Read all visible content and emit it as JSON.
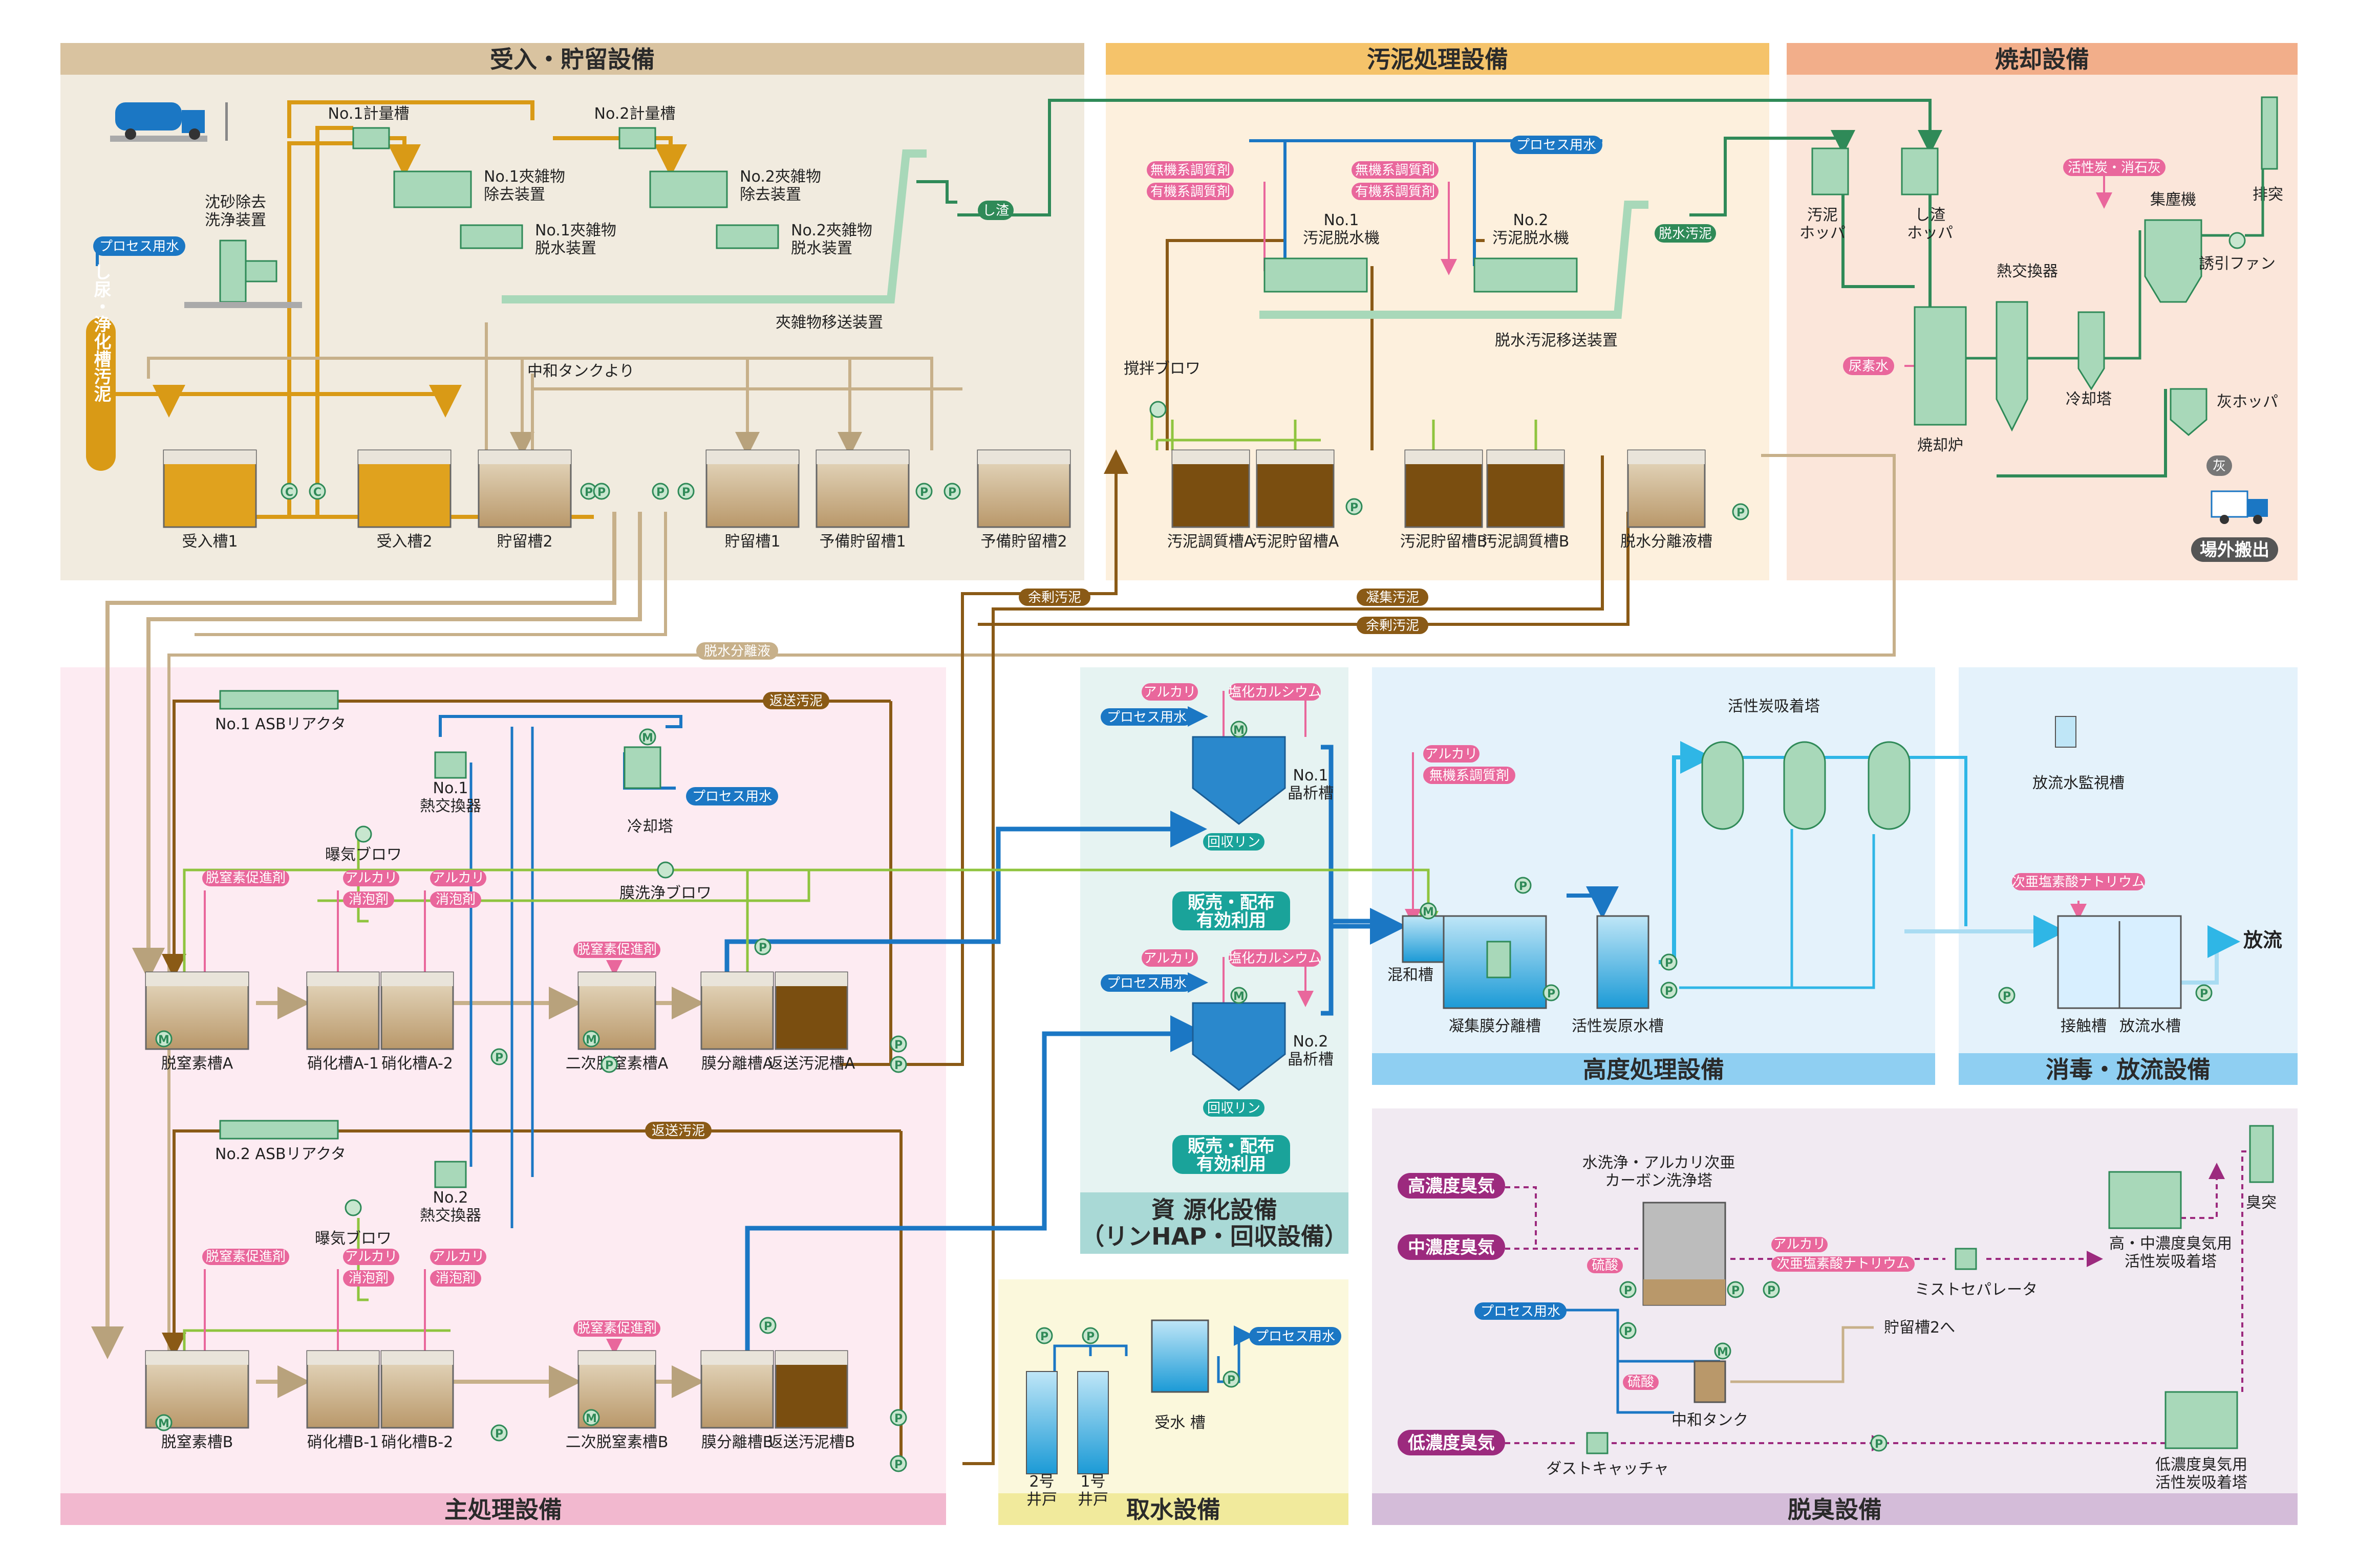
{
  "colors": {
    "intake_bg": "#f1ebdf",
    "intake_hd": "#d9c3a0",
    "sludge_bg": "#fdf0dd",
    "sludge_hd": "#f5c36a",
    "incin_bg": "#fbe6da",
    "incin_hd": "#f2ae8a",
    "main_bg": "#fdebf2",
    "main_hd": "#f2b8cf",
    "adv_bg": "#e4f2fb",
    "adv_hd": "#8fcff2",
    "disinf_bg": "#e4f2fb",
    "disinf_hd": "#8fcff2",
    "res_bg": "#e6f3f2",
    "res_hd": "#a9d9d6",
    "water_bg": "#fbf8dc",
    "water_hd": "#f1ea9c",
    "odor_bg": "#f1eaf2",
    "odor_hd": "#d4bcd9",
    "orange": "#d99a16",
    "brown": "#8a5a16",
    "tan": "#c7b08a",
    "green": "#2f8a58",
    "blue": "#1b77c4",
    "cyan": "#2fb6e6",
    "lime": "#8fc43f",
    "pink": "#e9679c",
    "purple": "#9c2a7e"
  },
  "sections": {
    "intake": "受入・貯留設備",
    "sludge": "汚泥処理設備",
    "incineration": "焼却設備",
    "main": "主処理設備",
    "advanced": "高度処理設備",
    "disinfection": "消毒・放流設備",
    "resource_l1": "資 源化設備",
    "resource_l2": "（リンHAP・回収設備）",
    "water_intake": "取水設備",
    "deodor": "脱臭設備"
  },
  "intake": {
    "meter1": "No.1計量槽",
    "meter2": "No.2計量槽",
    "screen1_l1": "No.1夾雑物",
    "screen1_l2": "除去装置",
    "screen2_l1": "No.2夾雑物",
    "screen2_l2": "除去装置",
    "dewater1_l1": "No.1夾雑物",
    "dewater1_l2": "脱水装置",
    "dewater2_l1": "No.2夾雑物",
    "dewater2_l2": "脱水装置",
    "grit_l1": "沈砂除去",
    "grit_l2": "洗浄装置",
    "process_water": "プロセス用水",
    "conveyor": "夾雑物移送装置",
    "shisai": "し渣",
    "input_vertical": "し尿・浄化槽汚泥",
    "from_neutral": "中和タンクより",
    "tanks": [
      "受入槽1",
      "受入槽2",
      "貯留槽2",
      "貯留槽1",
      "予備貯留槽1",
      "予備貯留槽2"
    ]
  },
  "sludge": {
    "process_water": "プロセス用水",
    "inorganic": "無機系調質剤",
    "organic": "有機系調質剤",
    "dewaterer1_l1": "No.1",
    "dewaterer1_l2": "汚泥脱水機",
    "dewaterer2_l1": "No.2",
    "dewaterer2_l2": "汚泥脱水機",
    "dewatered": "脱水汚泥",
    "conveyor": "脱水汚泥移送装置",
    "blower": "撹拌ブロワ",
    "tanks": [
      "汚泥調質槽A",
      "汚泥貯留槽A",
      "汚泥貯留槽B",
      "汚泥調質槽B",
      "脱水分離液槽"
    ],
    "excess1": "余剰汚泥",
    "coag": "凝集汚泥",
    "excess2": "余剰汚泥",
    "filtrate": "脱水分離液"
  },
  "incin": {
    "sludge_hopper_l1": "汚泥",
    "sludge_hopper_l2": "ホッパ",
    "shisai_hopper_l1": "し渣",
    "shisai_hopper_l2": "ホッパ",
    "furnace": "焼却炉",
    "urea": "尿素水",
    "heat_ex": "熱交換器",
    "cooling": "冷却塔",
    "carbon_lime": "活性炭・消石灰",
    "dust": "集塵機",
    "fan": "誘引ファン",
    "stack": "排突",
    "ash_hopper": "灰ホッパ",
    "ash": "灰",
    "haul": "場外搬出"
  },
  "main": {
    "asb1": "No.1 ASBリアクタ",
    "asb2": "No.2 ASBリアクタ",
    "return1": "返送汚泥",
    "return2": "返送汚泥",
    "hx1_l1": "No.1",
    "hx1_l2": "熱交換器",
    "hx2_l1": "No.2",
    "hx2_l2": "熱交換器",
    "cooling": "冷却塔",
    "process_water": "プロセス用水",
    "aer_blower": "曝気ブロワ",
    "mem_blower": "膜洗浄ブロワ",
    "denit_promoter": "脱窒素促進剤",
    "alkali": "アルカリ",
    "defoam": "消泡剤",
    "tanks_a": [
      "脱窒素槽A",
      "硝化槽A-1",
      "硝化槽A-2",
      "二次脱窒素槽A",
      "膜分離槽A",
      "返送汚泥槽A"
    ],
    "tanks_b": [
      "脱窒素槽B",
      "硝化槽B-1",
      "硝化槽B-2",
      "二次脱窒素槽B",
      "膜分離槽B",
      "返送汚泥槽B"
    ]
  },
  "resource": {
    "alkali": "アルカリ",
    "calcium": "塩化カルシウム",
    "process_water": "プロセス用水",
    "cryst1_l1": "No.1",
    "cryst1_l2": "晶析槽",
    "cryst2_l1": "No.2",
    "cryst2_l2": "晶析槽",
    "recovered": "回収リン",
    "sale_l1": "販売・配布",
    "sale_l2": "有効利用"
  },
  "advanced": {
    "alkali": "アルカリ",
    "inorganic": "無機系調質剤",
    "mixing": "混和槽",
    "coag_mem": "凝集膜分離槽",
    "raw": "活性炭原水槽",
    "carbon_tower": "活性炭吸着塔"
  },
  "disinf": {
    "monitor": "放流水監視槽",
    "hypochlorite": "次亜塩素酸ナトリウム",
    "contact": "接触槽",
    "discharge_tank": "放流水槽",
    "discharge": "放流"
  },
  "water": {
    "well2_l1": "2号",
    "well2_l2": "井戸",
    "well1_l1": "1号",
    "well1_l2": "井戸",
    "receiving": "受水 槽",
    "process_water": "プロセス用水"
  },
  "deodor": {
    "high": "高濃度臭気",
    "mid": "中濃度臭気",
    "low": "低濃度臭気",
    "scrubber_l1": "水洗浄・アルカリ次亜",
    "scrubber_l2": "カーボン洗浄塔",
    "sulfuric": "硫酸",
    "alkali": "アルカリ",
    "hypochlorite": "次亜塩素酸ナトリウム",
    "process_water": "プロセス用水",
    "sulfuric2": "硫酸",
    "neutral": "中和タンク",
    "to_storage": "貯留槽2へ",
    "mist": "ミストセパレータ",
    "hm_tower_l1": "高・中濃度臭気用",
    "hm_tower_l2": "活性炭吸着塔",
    "dust_catcher": "ダストキャッチャ",
    "low_tower_l1": "低濃度臭気用",
    "low_tower_l2": "活性炭吸着塔",
    "stack": "臭突"
  },
  "icons": {
    "pump": "P",
    "motor": "M",
    "blower": "B",
    "fan": "F",
    "counter": "C"
  }
}
